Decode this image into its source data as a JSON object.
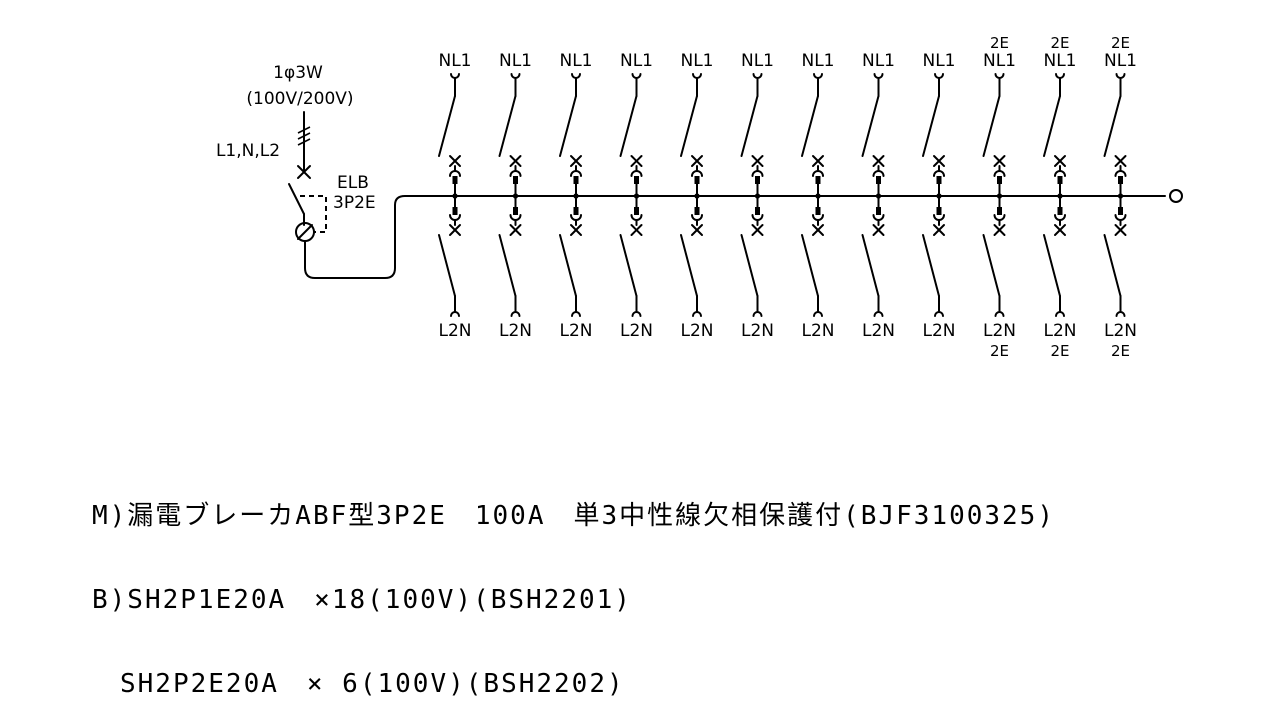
{
  "supply": {
    "phase": "1φ3W",
    "voltage": "(100V/200V)",
    "lines": "L1,N,L2"
  },
  "main_breaker": {
    "name": "ELB",
    "poles": "3P2E"
  },
  "branches": [
    {
      "top": "NL1",
      "bottom": "L2N",
      "earth_top": "",
      "earth_bottom": ""
    },
    {
      "top": "NL1",
      "bottom": "L2N",
      "earth_top": "",
      "earth_bottom": ""
    },
    {
      "top": "NL1",
      "bottom": "L2N",
      "earth_top": "",
      "earth_bottom": ""
    },
    {
      "top": "NL1",
      "bottom": "L2N",
      "earth_top": "",
      "earth_bottom": ""
    },
    {
      "top": "NL1",
      "bottom": "L2N",
      "earth_top": "",
      "earth_bottom": ""
    },
    {
      "top": "NL1",
      "bottom": "L2N",
      "earth_top": "",
      "earth_bottom": ""
    },
    {
      "top": "NL1",
      "bottom": "L2N",
      "earth_top": "",
      "earth_bottom": ""
    },
    {
      "top": "NL1",
      "bottom": "L2N",
      "earth_top": "",
      "earth_bottom": ""
    },
    {
      "top": "NL1",
      "bottom": "L2N",
      "earth_top": "",
      "earth_bottom": ""
    },
    {
      "top": "NL1",
      "bottom": "L2N",
      "earth_top": "2E",
      "earth_bottom": "2E"
    },
    {
      "top": "NL1",
      "bottom": "L2N",
      "earth_top": "2E",
      "earth_bottom": "2E"
    },
    {
      "top": "NL1",
      "bottom": "L2N",
      "earth_top": "2E",
      "earth_bottom": "2E"
    }
  ],
  "notes": {
    "line1": "M)漏電ブレーカABF型3P2E　100A　単3中性線欠相保護付(BJF3100325)",
    "line2": "B)SH2P1E20A　×18(100V)(BSH2201)",
    "line3": "　SH2P2E20A　× 6(100V)(BSH2202)"
  }
}
